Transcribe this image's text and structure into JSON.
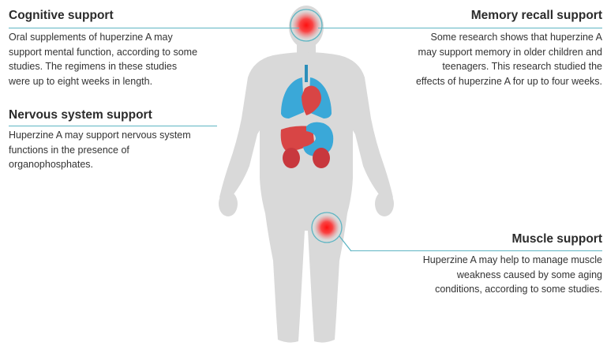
{
  "callouts": {
    "cognitive": {
      "title": "Cognitive support",
      "lines": [
        "Oral supplements of huperzine A may",
        "support mental function, according to some",
        "studies. The regimens in these studies",
        "were up to eight weeks in length."
      ]
    },
    "nervous": {
      "title": "Nervous system support",
      "lines": [
        "Huperzine A may support nervous system",
        "functions in the presence of",
        "organophosphates."
      ]
    },
    "memory": {
      "title": "Memory recall support",
      "lines": [
        "Some research shows that huperzine A",
        "may support memory in older children and",
        "teenagers. This research studied the",
        "effects of huperzine A for up to four weeks."
      ]
    },
    "muscle": {
      "title": "Muscle support",
      "lines": [
        "Huperzine A may help to manage muscle",
        "weakness caused by some aging",
        "conditions, according to some studies."
      ]
    }
  },
  "colors": {
    "body": "#d9d9d9",
    "accent_line": "#5eb5c3",
    "lungs": "#3aa8d8",
    "heart": "#d84545",
    "liver": "#d84545",
    "stomach": "#3aa8d8",
    "kidneys": "#c8383e",
    "hotspot": "#ff1a1a"
  }
}
